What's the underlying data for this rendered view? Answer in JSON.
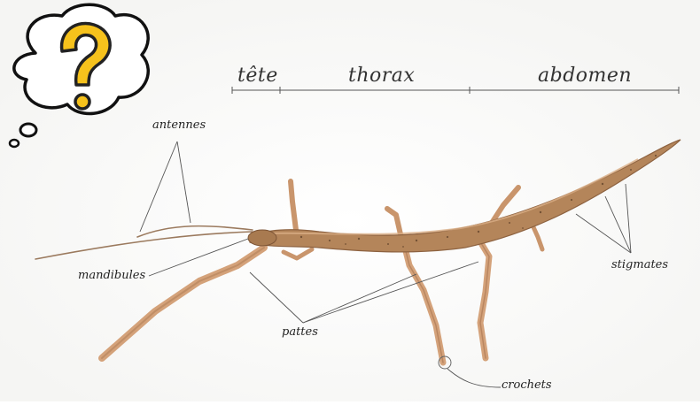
{
  "icons": {
    "thought_bubble": "thought-bubble-icon",
    "question_mark": "question-mark-icon"
  },
  "body_segments": {
    "head": "tête",
    "thorax": "thorax",
    "abdomen": "abdomen"
  },
  "labels": {
    "antennae": "antennes",
    "mandibles": "mandibules",
    "legs": "pattes",
    "claws": "crochets",
    "spiracles": "stigmates"
  },
  "colors": {
    "insect_body": "#b4855a",
    "insect_leg": "#d4a27a",
    "bubble_fill": "#ffffff",
    "question_fill": "#f6c21c",
    "question_outline": "#222222"
  }
}
